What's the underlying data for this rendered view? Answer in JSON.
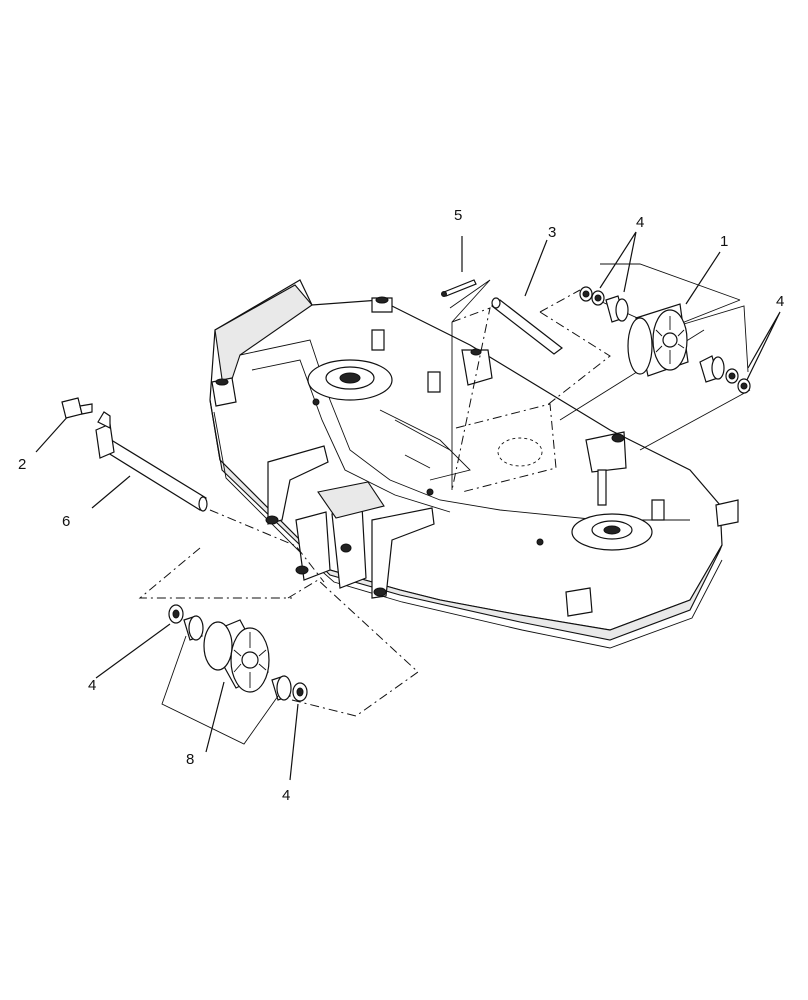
{
  "callouts": {
    "c1": "1",
    "c2": "2",
    "c3": "3",
    "c4a": "4",
    "c4b": "4",
    "c4c": "4",
    "c4d": "4",
    "c5": "5",
    "c6": "6",
    "c8": "8"
  }
}
